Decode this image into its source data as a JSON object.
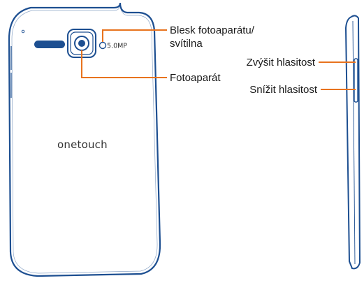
{
  "colors": {
    "device_outline": "#1d4f91",
    "callout": "#e8731e",
    "text": "#1a1a1a"
  },
  "labels": {
    "flash_line1": "Blesk fotoaparátu/",
    "flash_line2": "svítilna",
    "camera": "Fotoaparát",
    "volume_up": "Zvýšit hlasitost",
    "volume_down": "Snížit hlasitost"
  },
  "device": {
    "brand": "onetouch",
    "camera_spec": "5.0MP"
  }
}
